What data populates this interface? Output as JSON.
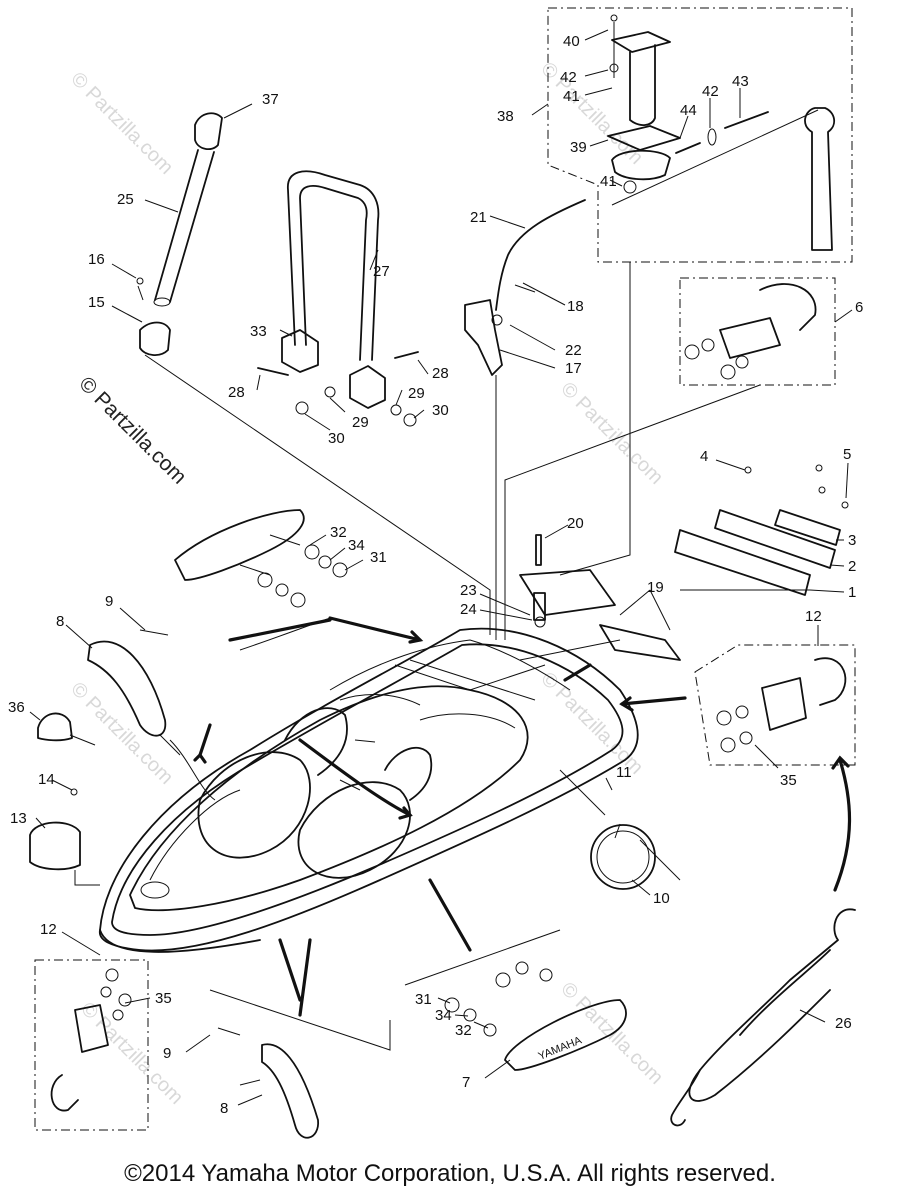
{
  "watermark": "© Partzilla.com",
  "copyright": "©2014  Yamaha Motor Corporation, U.S.A. All rights reserved.",
  "brand_plate_text": "YAMAHA",
  "callouts": [
    "1",
    "2",
    "3",
    "4",
    "5",
    "6",
    "7",
    "8",
    "8",
    "9",
    "9",
    "10",
    "11",
    "12",
    "12",
    "13",
    "14",
    "15",
    "16",
    "17",
    "18",
    "19",
    "20",
    "21",
    "22",
    "23",
    "24",
    "25",
    "26",
    "27",
    "28",
    "28",
    "29",
    "29",
    "30",
    "30",
    "31",
    "31",
    "32",
    "32",
    "33",
    "34",
    "34",
    "35",
    "35",
    "36",
    "37",
    "38",
    "39",
    "40",
    "41",
    "41",
    "42",
    "42",
    "43",
    "44"
  ]
}
